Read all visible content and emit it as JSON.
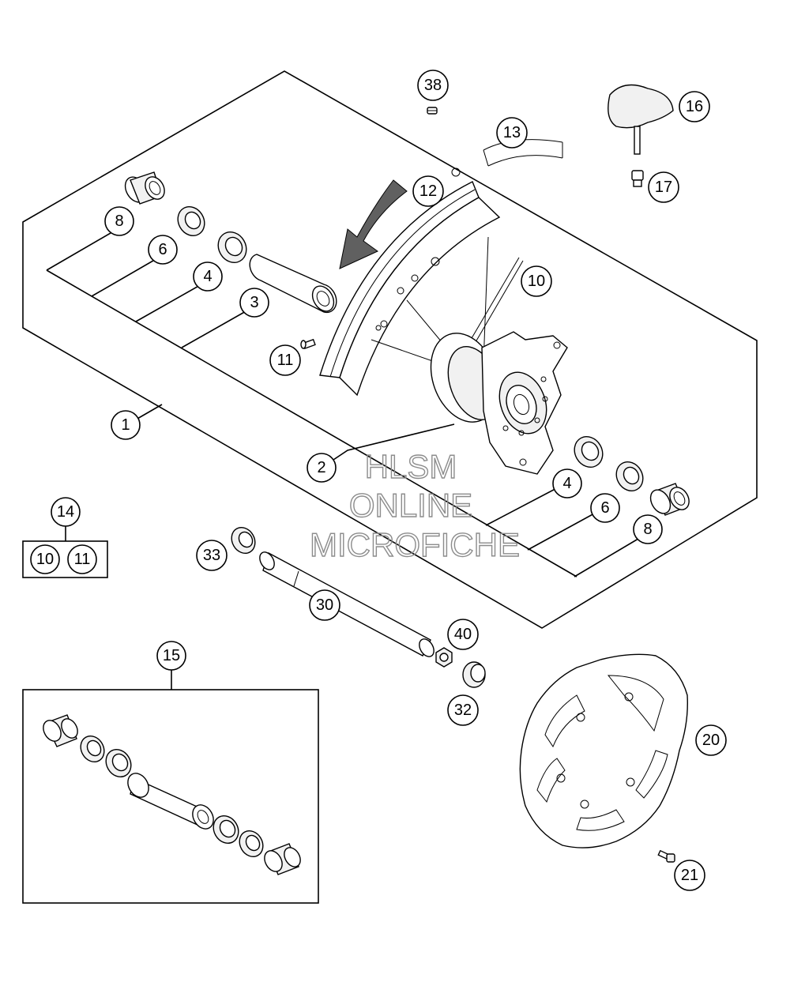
{
  "watermark": {
    "line1": "HLSM",
    "line2": "ONLINE",
    "line3": "MICROFICHE"
  },
  "callouts": {
    "c1": "1",
    "c2": "2",
    "c3": "3",
    "c4a": "4",
    "c4b": "4",
    "c6a": "6",
    "c6b": "6",
    "c8a": "8",
    "c8b": "8",
    "c10": "10",
    "c11": "11",
    "c12": "12",
    "c13": "13",
    "c14": "14",
    "c14_10": "10",
    "c14_11": "11",
    "c15": "15",
    "c16": "16",
    "c17": "17",
    "c20": "20",
    "c21": "21",
    "c30": "30",
    "c32": "32",
    "c33": "33",
    "c38": "38",
    "c40": "40"
  }
}
